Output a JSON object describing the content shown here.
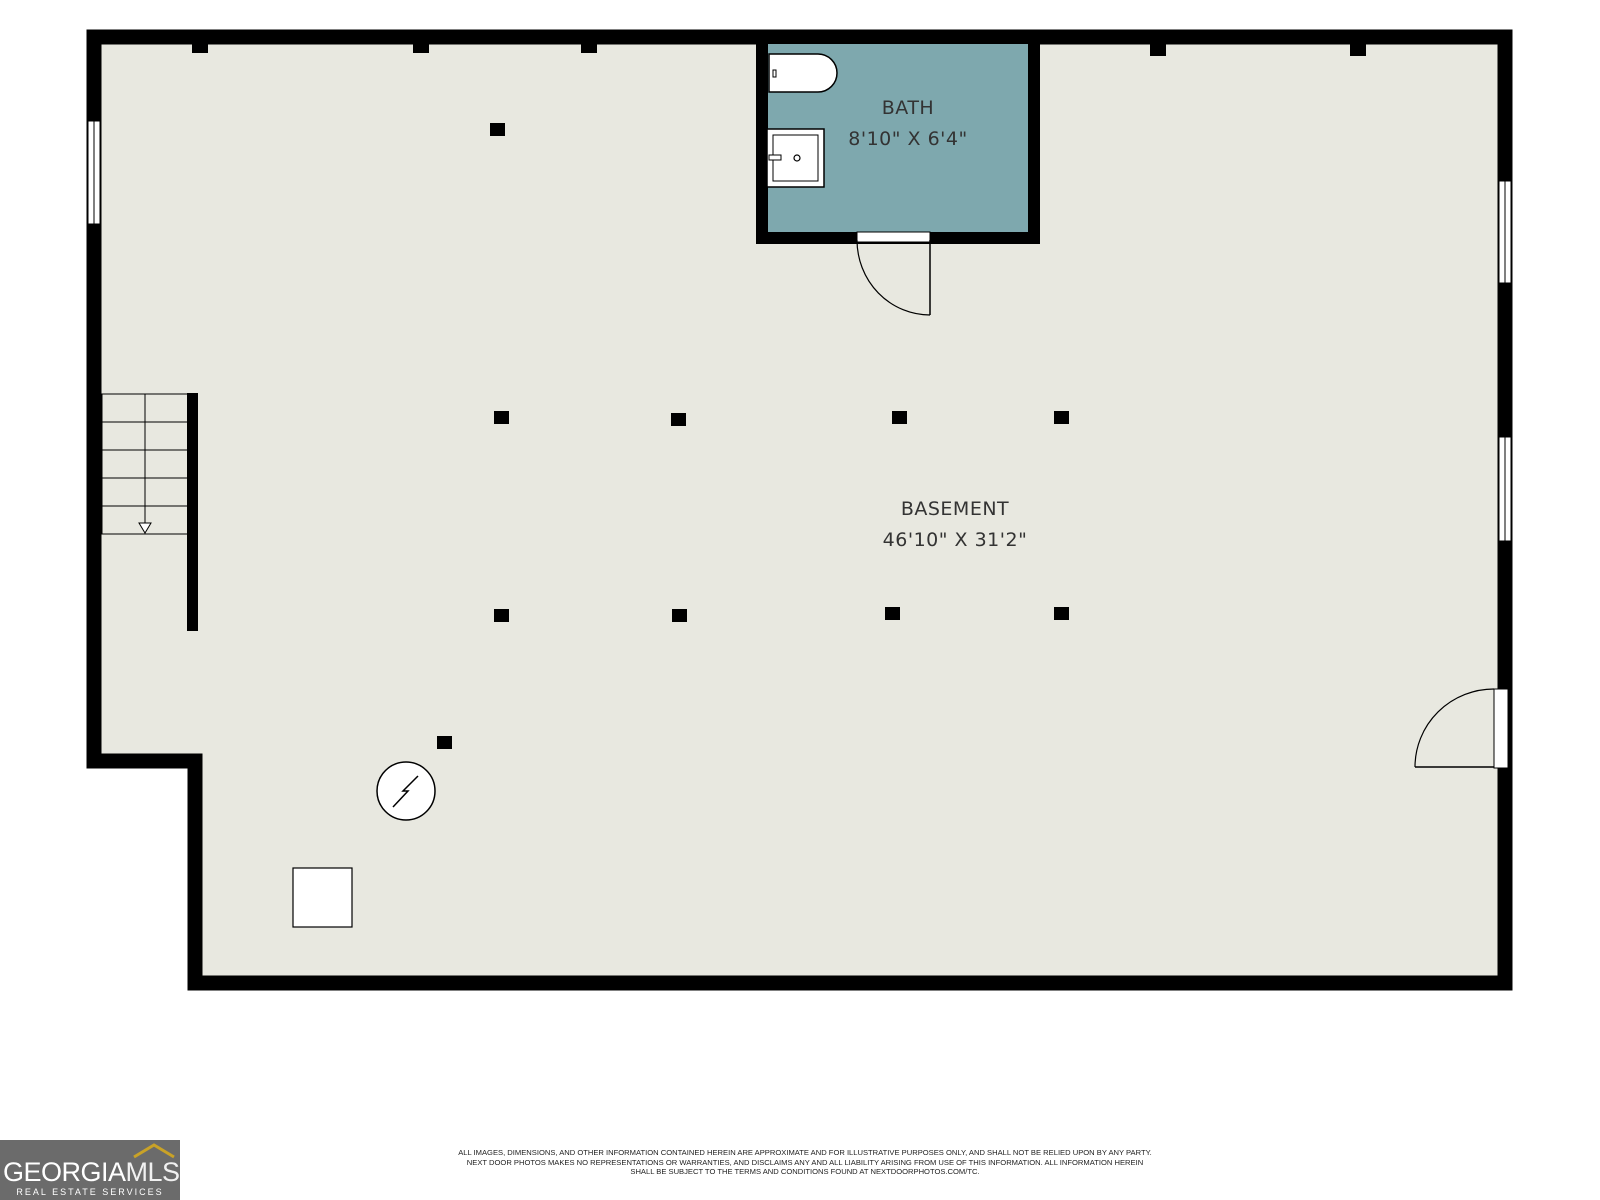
{
  "rooms": {
    "bath": {
      "name": "BATH",
      "dims": "8'10\" X 6'4\""
    },
    "basement": {
      "name": "BASEMENT",
      "dims": "46'10\" X 31'2\""
    }
  },
  "disclaimer": [
    "ALL IMAGES, DIMENSIONS, AND OTHER INFORMATION CONTAINED HEREIN ARE APPROXIMATE AND FOR ILLUSTRATIVE PURPOSES ONLY, AND SHALL NOT BE RELIED UPON BY ANY PARTY.",
    "NEXT DOOR PHOTOS MAKES NO REPRESENTATIONS OR WARRANTIES, AND DISCLAIMS ANY AND ALL LIABILITY ARISING FROM USE OF THIS INFORMATION. ALL INFORMATION HEREIN",
    "SHALL BE SUBJECT TO THE TERMS AND CONDITIONS FOUND AT NEXTDOORPHOTOS.COM/TC."
  ],
  "logo": {
    "brand_a": "GEORGIA",
    "brand_b": "MLS",
    "tagline": "REAL ESTATE SERVICES"
  },
  "colors": {
    "floor": "#e8e8e0",
    "bath_fill": "#7ea8ae",
    "wall": "#000000"
  }
}
